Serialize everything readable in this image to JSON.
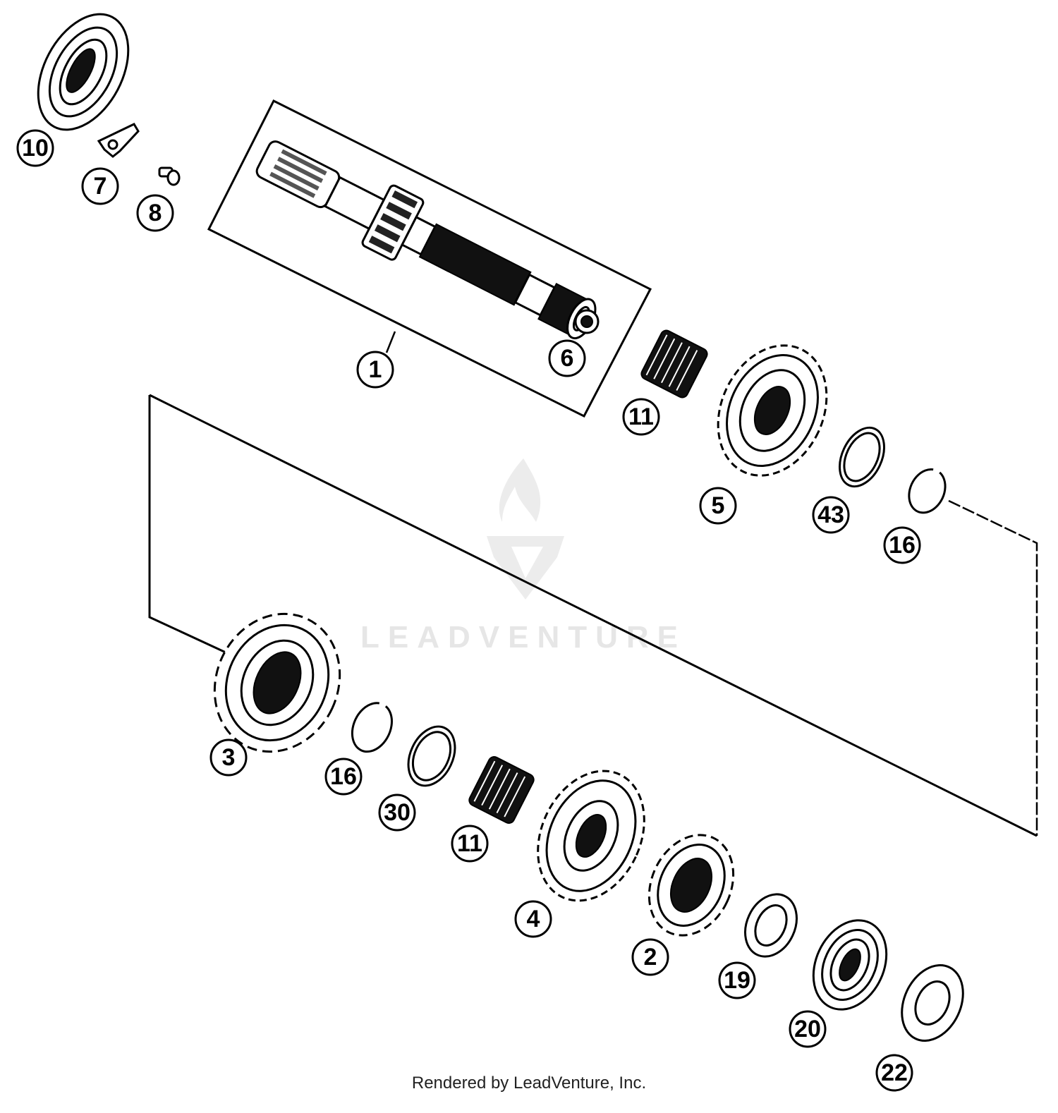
{
  "watermark": {
    "brand": "LEADVENTURE",
    "icon": "flame-v-logo-icon"
  },
  "credit": "Rendered by LeadVenture, Inc.",
  "callouts": [
    {
      "id": "c10a",
      "label": "10"
    },
    {
      "id": "c7",
      "label": "7"
    },
    {
      "id": "c8",
      "label": "8"
    },
    {
      "id": "c1",
      "label": "1"
    },
    {
      "id": "c6",
      "label": "6"
    },
    {
      "id": "c11a",
      "label": "11"
    },
    {
      "id": "c5",
      "label": "5"
    },
    {
      "id": "c43",
      "label": "43"
    },
    {
      "id": "c16a",
      "label": "16"
    },
    {
      "id": "c3",
      "label": "3"
    },
    {
      "id": "c16b",
      "label": "16"
    },
    {
      "id": "c30",
      "label": "30"
    },
    {
      "id": "c11b",
      "label": "11"
    },
    {
      "id": "c4",
      "label": "4"
    },
    {
      "id": "c2",
      "label": "2"
    },
    {
      "id": "c19",
      "label": "19"
    },
    {
      "id": "c20",
      "label": "20"
    },
    {
      "id": "c22",
      "label": "22"
    }
  ],
  "parts": [
    {
      "name": "ball-bearing-10",
      "icon": "bearing-icon"
    },
    {
      "name": "lock-plate-7",
      "icon": "lock-plate-icon"
    },
    {
      "name": "screw-8",
      "icon": "screw-icon"
    },
    {
      "name": "main-shaft-1",
      "icon": "shaft-icon"
    },
    {
      "name": "plug-6",
      "icon": "plug-icon"
    },
    {
      "name": "needle-bearing-11-upper",
      "icon": "needle-bearing-icon"
    },
    {
      "name": "gear-5",
      "icon": "gear-icon"
    },
    {
      "name": "thrust-washer-43",
      "icon": "washer-icon"
    },
    {
      "name": "circlip-16-upper",
      "icon": "circlip-icon"
    },
    {
      "name": "gear-3",
      "icon": "gear-icon"
    },
    {
      "name": "circlip-16-lower",
      "icon": "circlip-icon"
    },
    {
      "name": "thrust-washer-30",
      "icon": "washer-icon"
    },
    {
      "name": "needle-bearing-11-lower",
      "icon": "needle-bearing-icon"
    },
    {
      "name": "gear-4",
      "icon": "gear-icon"
    },
    {
      "name": "gear-2",
      "icon": "gear-icon"
    },
    {
      "name": "washer-19",
      "icon": "washer-icon"
    },
    {
      "name": "ball-bearing-20",
      "icon": "bearing-icon"
    },
    {
      "name": "washer-22",
      "icon": "washer-icon"
    }
  ]
}
